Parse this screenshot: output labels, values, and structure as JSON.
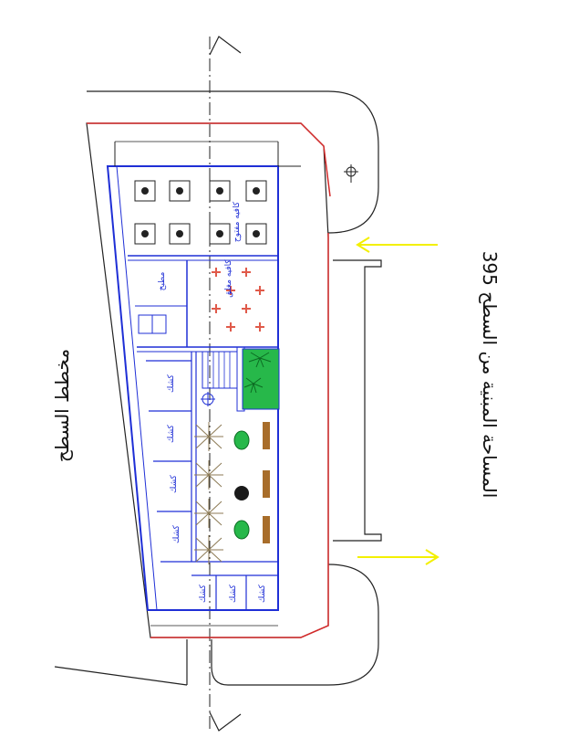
{
  "plan": {
    "vertical_title": "مخطط السطح",
    "area_label": "المساحة المبنية من السطح 395",
    "rooms": {
      "open_cafe": "كافيه مفتوح",
      "closed_cafe": "كافيه مغلق",
      "kitchen": "مطبخ",
      "shop": "كشك"
    }
  },
  "colors": {
    "outline": "#1a1a1a",
    "walls": "#1f2fd6",
    "property_line": "#d42a2a",
    "arrow": "#f3f000",
    "garden": "#27b84a",
    "table_red": "#e05a4a",
    "shade": "#8c7a55"
  }
}
